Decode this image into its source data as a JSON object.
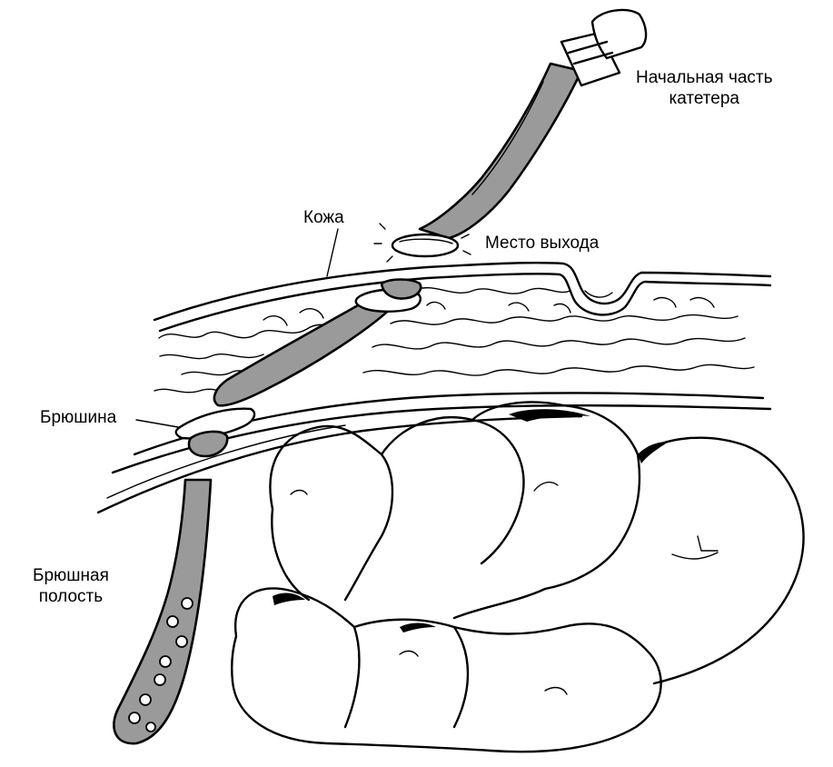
{
  "labels": {
    "catheter_start": [
      "Начальная часть",
      "катетера"
    ],
    "skin": "Кожа",
    "exit_site": "Место выхода",
    "peritoneum": "Брюшина",
    "abdominal_cavity": [
      "Брюшная",
      "полость"
    ]
  },
  "colors": {
    "ink": "#000000",
    "catheter_fill": "#9a9a9a",
    "background": "#ffffff"
  }
}
